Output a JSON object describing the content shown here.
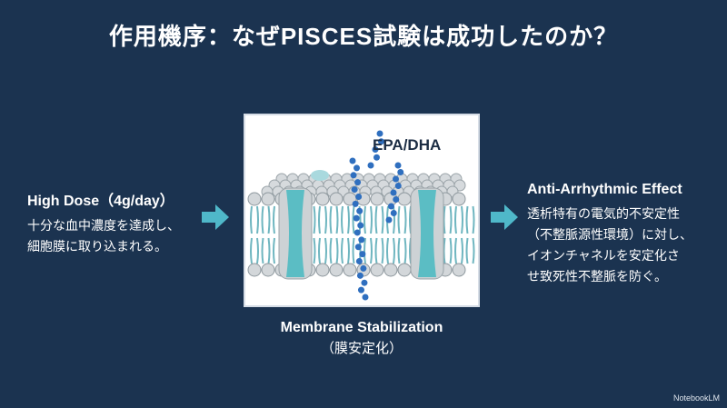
{
  "title": "作用機序：なぜPISCES試験は成功したのか？",
  "left": {
    "heading": "High Dose（4g/day）",
    "lines": [
      "十分な血中濃度を達成し、",
      "細胞膜に取り込まれる。"
    ]
  },
  "figure": {
    "label": "EPA/DHA",
    "caption": "Membrane Stabilization",
    "caption_sub": "（膜安定化）"
  },
  "right": {
    "heading": "Anti-Arrhythmic Effect",
    "lines": [
      "透析特有の電気的不安定性",
      "（不整脈源性環境）に対し、",
      "イオンチャネルを安定化さ",
      "せ致死性不整脈を防ぐ。"
    ]
  },
  "watermark": "NotebookLM",
  "colors": {
    "background": "#1b3350",
    "arrow": "#4fb8c9",
    "molecule": "#2f6fbf",
    "channel": "#5bbdc4"
  }
}
